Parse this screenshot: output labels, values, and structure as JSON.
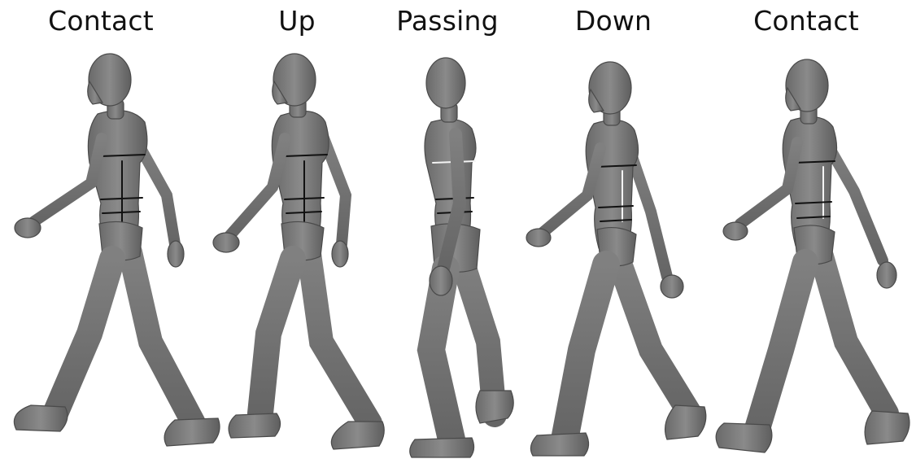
{
  "poses": [
    {
      "label": "Contact"
    },
    {
      "label": "Up"
    },
    {
      "label": "Passing"
    },
    {
      "label": "Down"
    },
    {
      "label": "Contact"
    }
  ],
  "colors": {
    "background": "#ffffff",
    "figure": "#7a7a7a",
    "figure_shadow": "#5c5c5c",
    "label_text": "#111111"
  }
}
